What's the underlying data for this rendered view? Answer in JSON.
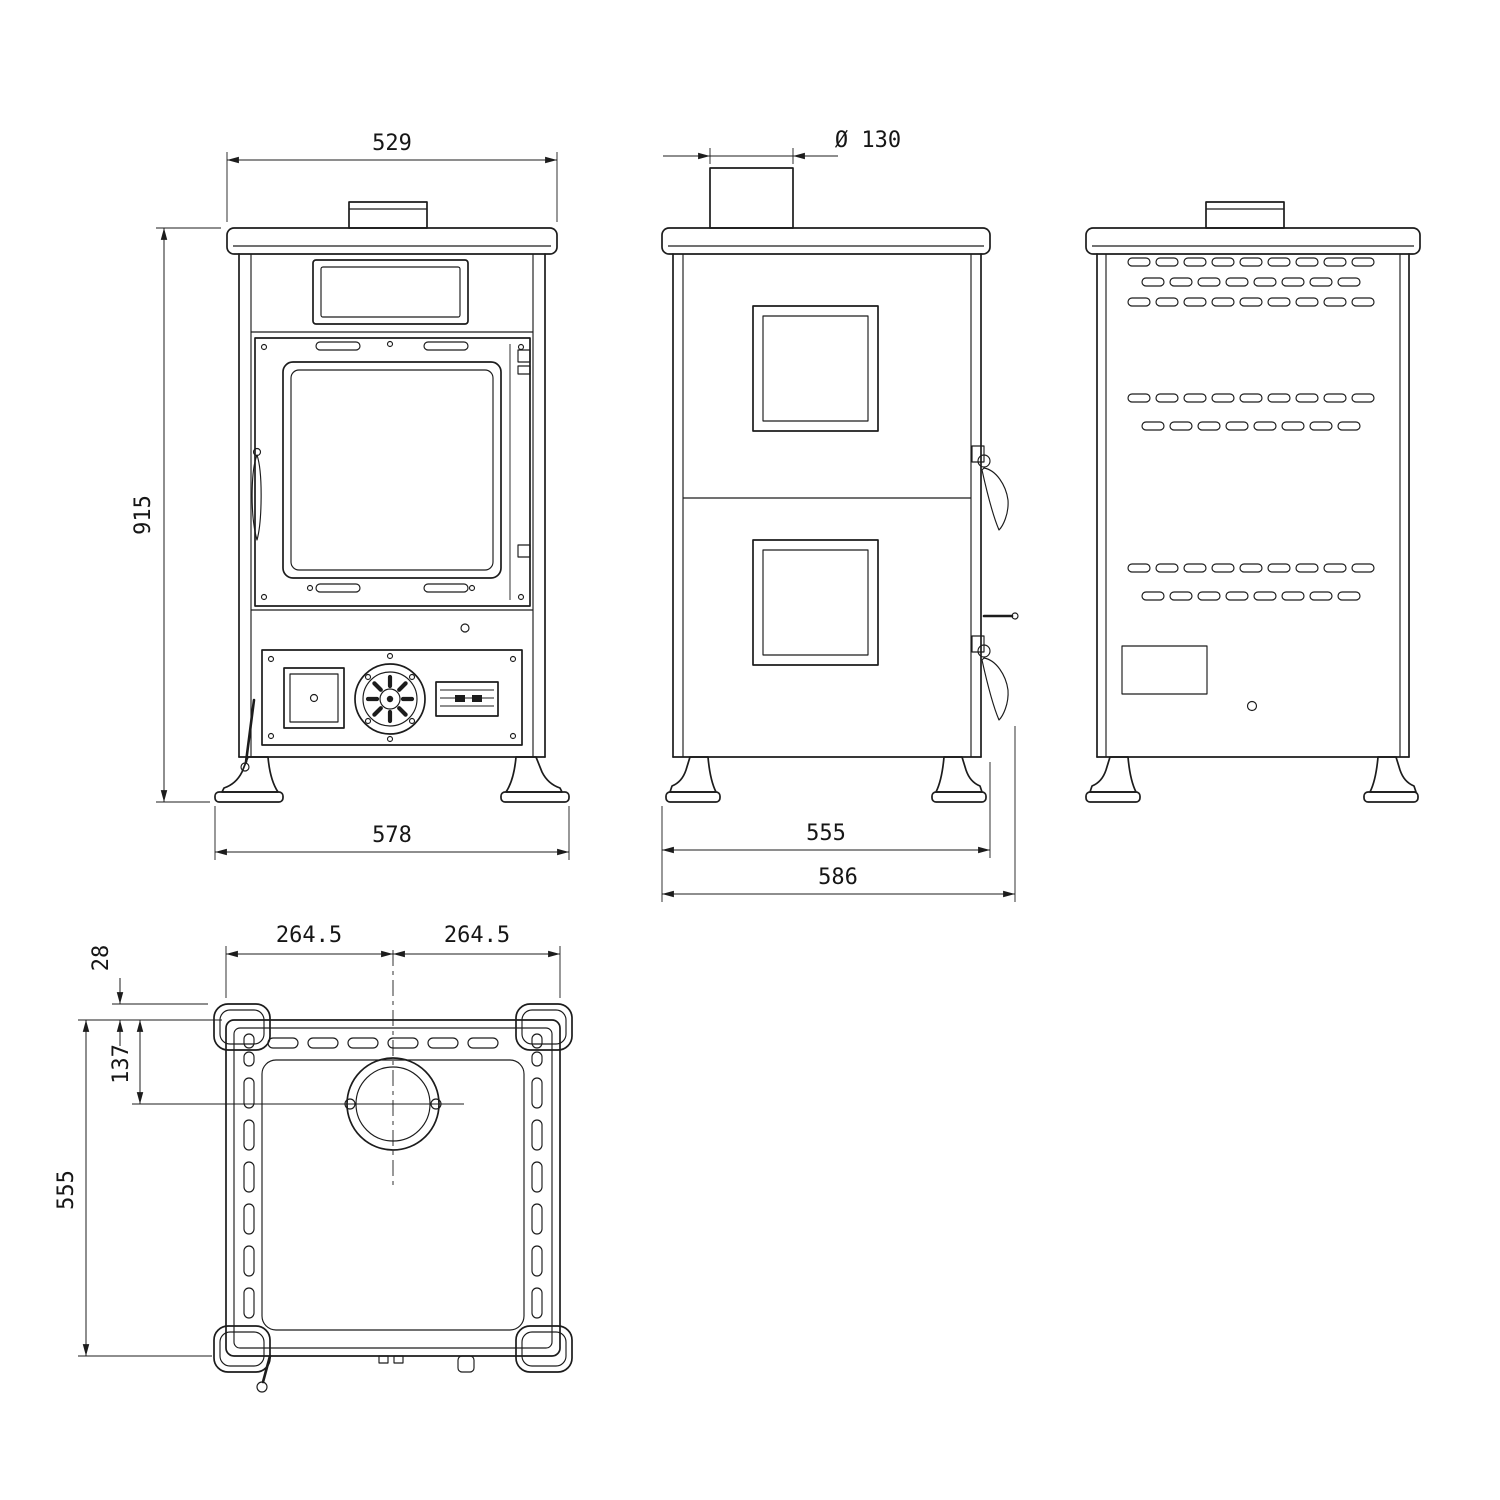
{
  "dims": {
    "front_top_width": "529",
    "front_height": "915",
    "front_base_width": "578",
    "flue_diameter": "Ø 130",
    "side_body_depth": "555",
    "side_overall_depth": "586",
    "top_half_width_left": "264.5",
    "top_half_width_right": "264.5",
    "top_rear_offset": "28",
    "top_flue_center_offset": "137",
    "top_overall_depth": "555"
  }
}
